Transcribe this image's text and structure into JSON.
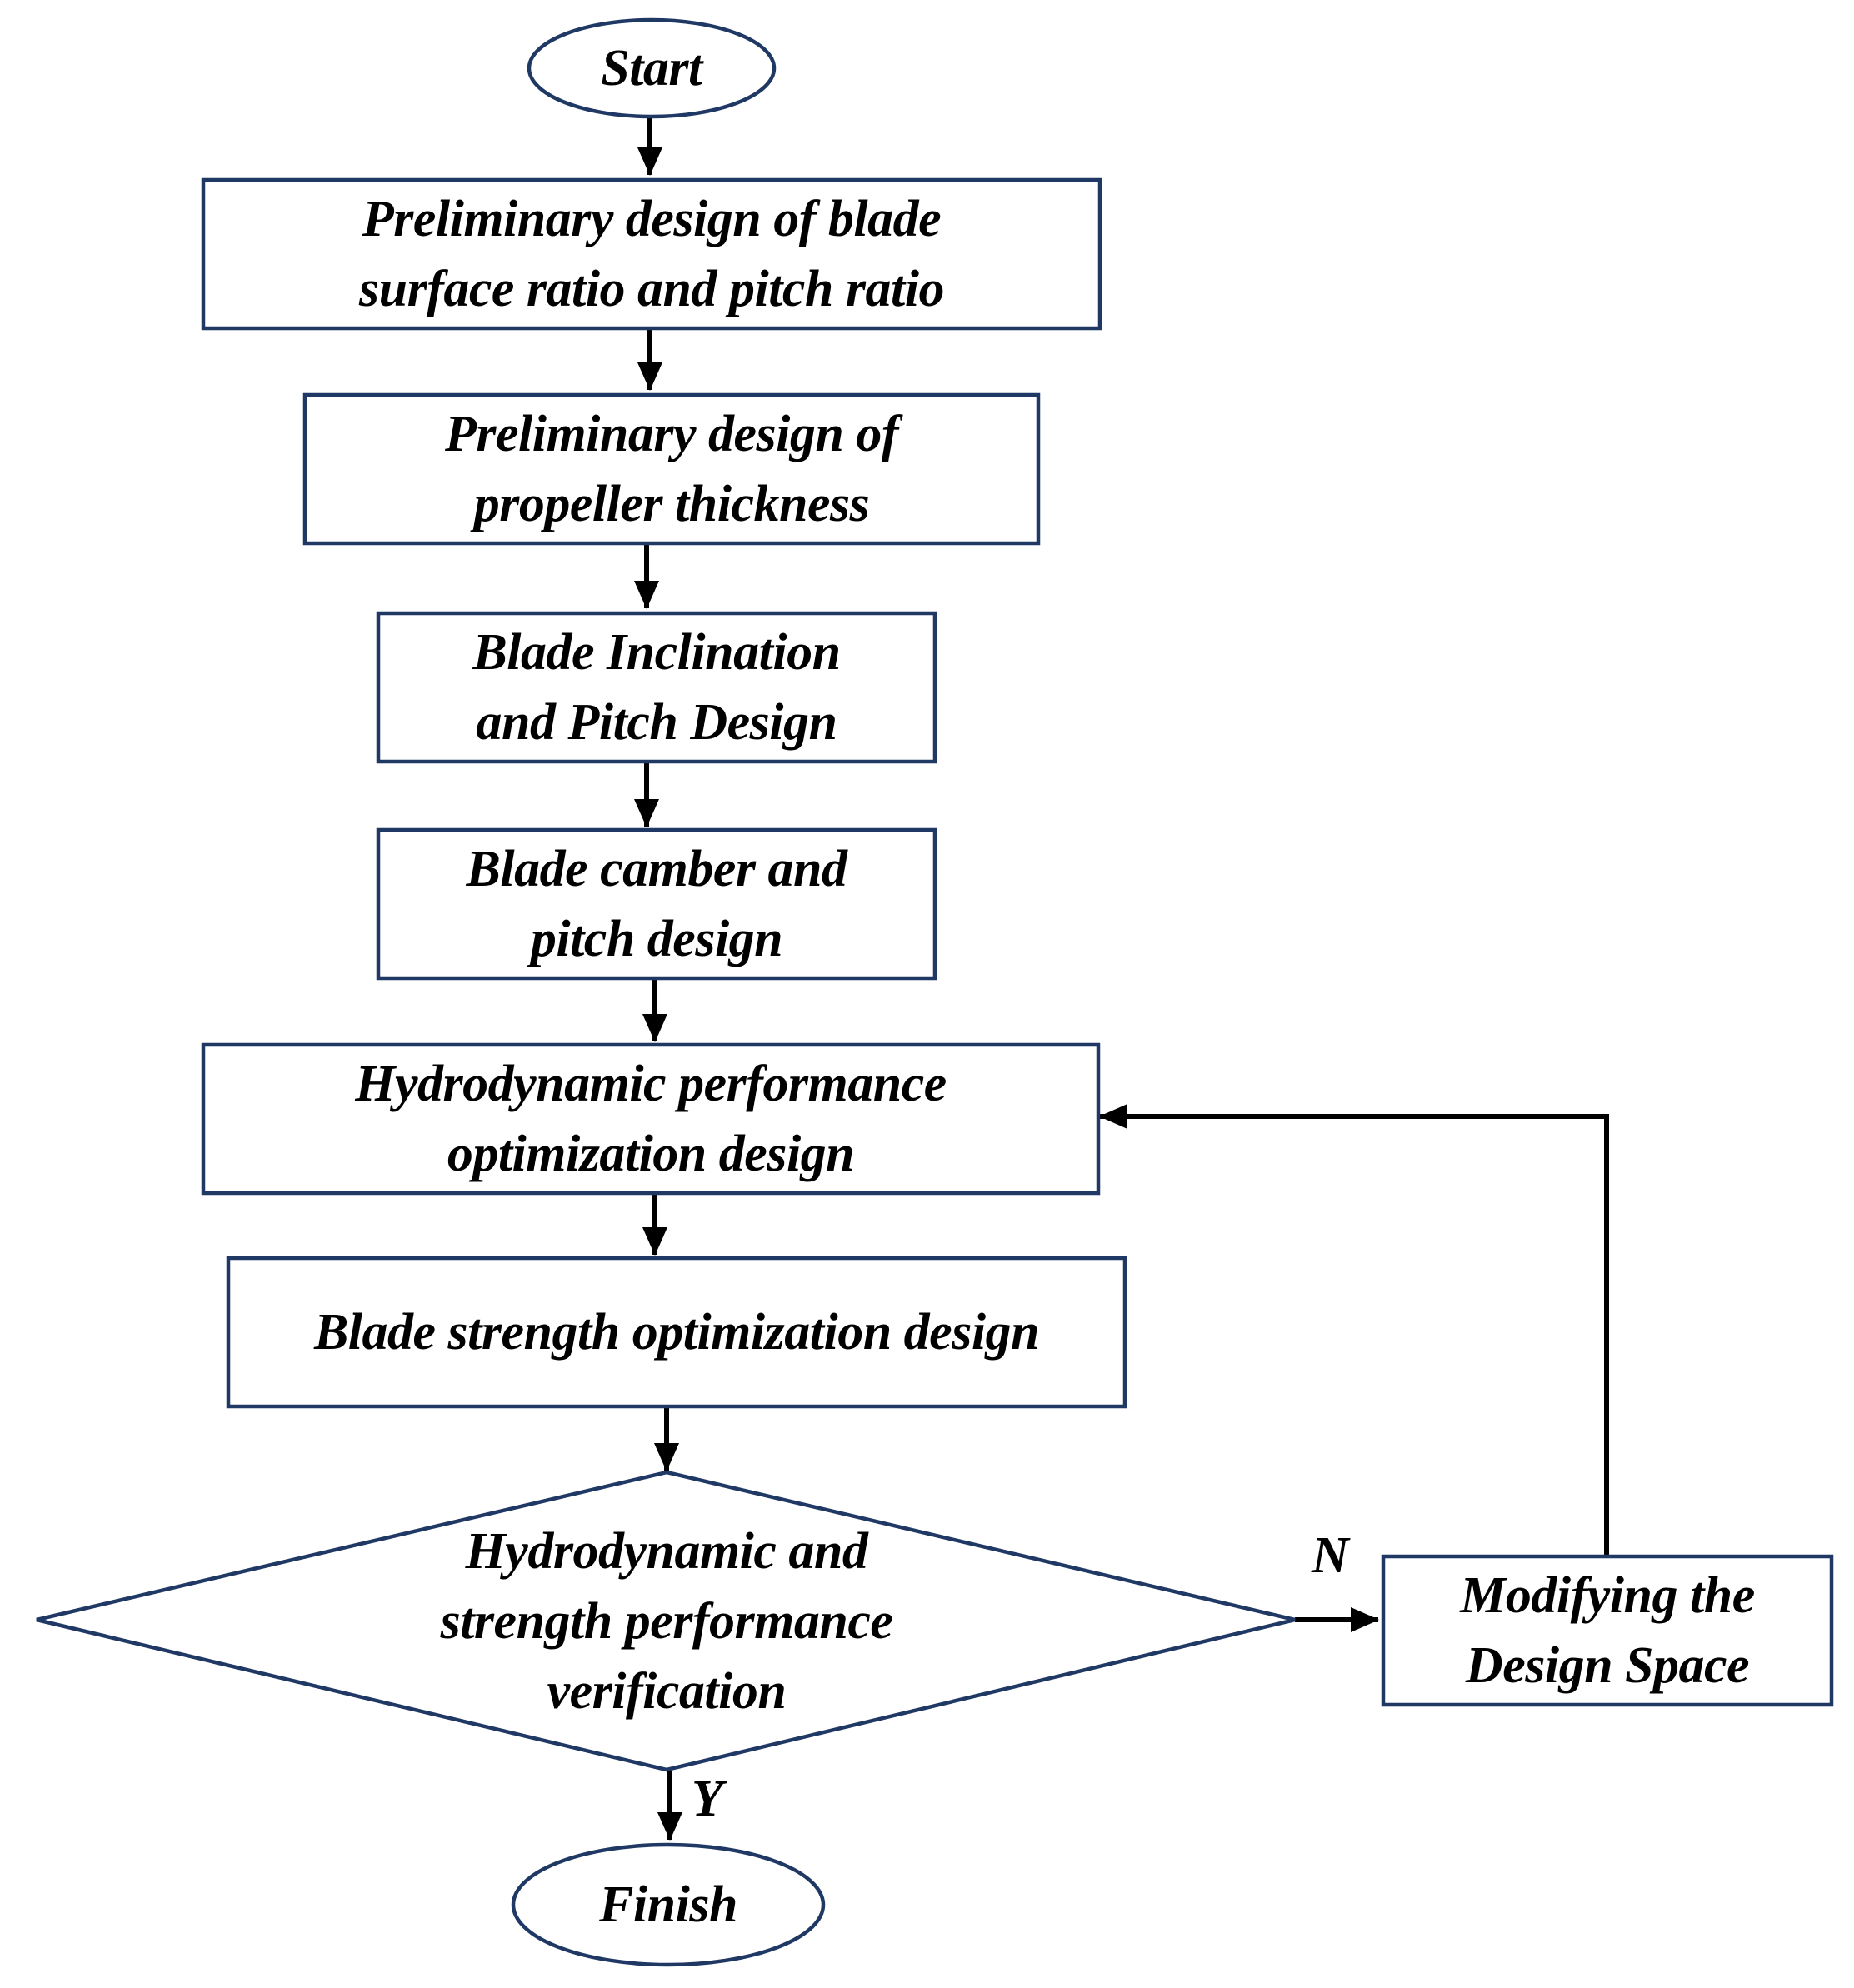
{
  "colors": {
    "node_border": "#1f3864",
    "connector": "#000000",
    "text": "#000000",
    "background": "#ffffff"
  },
  "nodes": {
    "start": {
      "shape": "terminator",
      "lines": [
        "Start"
      ]
    },
    "step1": {
      "shape": "process",
      "lines": [
        "Preliminary design of blade",
        "surface ratio and pitch ratio"
      ]
    },
    "step2": {
      "shape": "process",
      "lines": [
        "Preliminary design of",
        "propeller thickness"
      ]
    },
    "step3": {
      "shape": "process",
      "lines": [
        "Blade Inclination",
        "and Pitch Design"
      ]
    },
    "step4": {
      "shape": "process",
      "lines": [
        "Blade camber and",
        "pitch design"
      ]
    },
    "step5": {
      "shape": "process",
      "lines": [
        "Hydrodynamic performance",
        "optimization design"
      ]
    },
    "step6": {
      "shape": "process",
      "lines": [
        "Blade strength optimization design"
      ]
    },
    "decision": {
      "shape": "decision",
      "lines": [
        "Hydrodynamic and",
        "strength performance",
        "verification"
      ]
    },
    "modify": {
      "shape": "process",
      "lines": [
        "Modifying the",
        "Design Space"
      ]
    },
    "finish": {
      "shape": "terminator",
      "lines": [
        "Finish"
      ]
    }
  },
  "edges": [
    {
      "from": "start",
      "to": "step1"
    },
    {
      "from": "step1",
      "to": "step2"
    },
    {
      "from": "step2",
      "to": "step3"
    },
    {
      "from": "step3",
      "to": "step4"
    },
    {
      "from": "step4",
      "to": "step5"
    },
    {
      "from": "step5",
      "to": "step6"
    },
    {
      "from": "step6",
      "to": "decision"
    },
    {
      "from": "decision",
      "to": "modify",
      "label": "N"
    },
    {
      "from": "modify",
      "to": "step5"
    },
    {
      "from": "decision",
      "to": "finish",
      "label": "Y"
    }
  ]
}
